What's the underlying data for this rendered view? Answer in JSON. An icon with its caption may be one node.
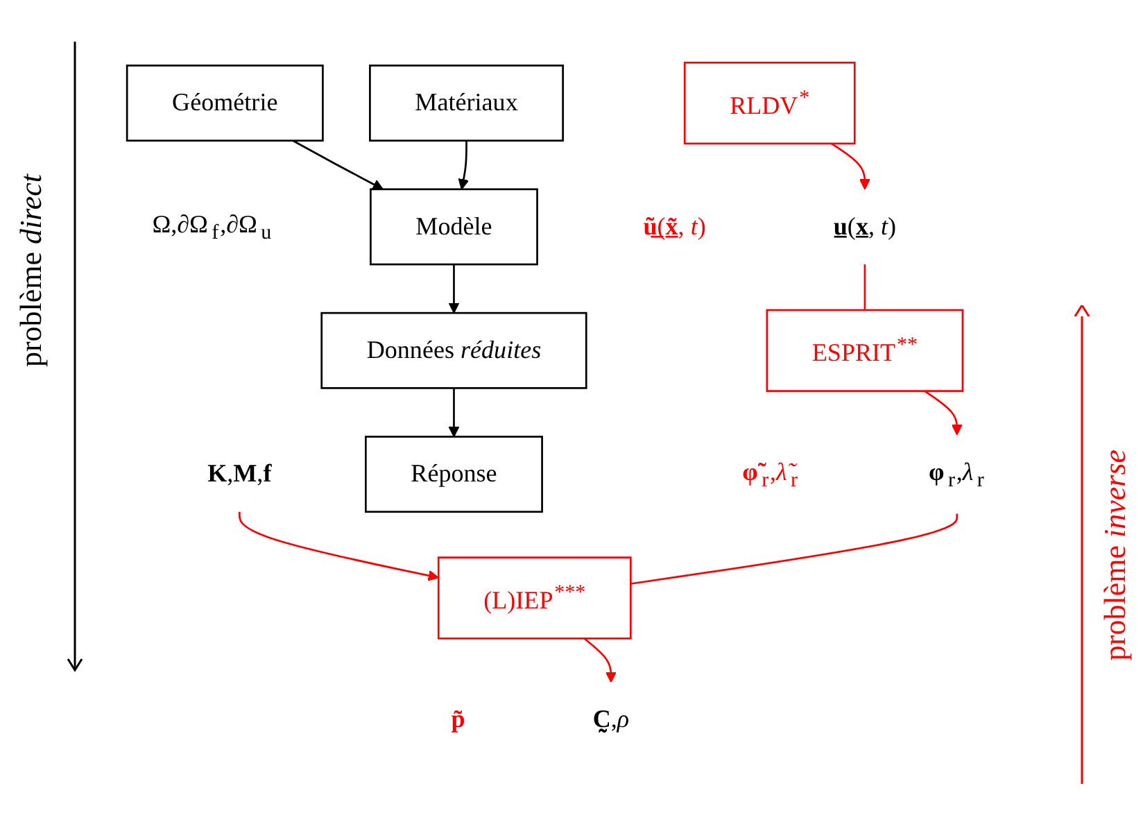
{
  "diagram": {
    "nodes": [
      {
        "text": [
          "Géométrie"
        ],
        "beside": [
          "Ω,∂Ω$_{f}$,∂Ω$_{u}$"
        ]
      },
      {
        "text": [
          "Matériaux"
        ]
      },
      {
        "text": [
          "**C̰̰**,*ρ*"
        ]
      },
      {
        "text": [
          "Modèle"
        ]
      },
      {
        "text": [
          "**K**,**M**,**f**"
        ]
      },
      {
        "text": [
          "(L)IEP$^{***}$"
        ],
        "beside": [
          "**p̃**"
        ]
      },
      {
        "text": [
          "Données *réduites*"
        ]
      },
      {
        "text": [
          "**φ**$_{r}$,*λ*$_{r}$"
        ]
      },
      {
        "text": [
          "ESPRIT$^{**}$"
        ],
        "beside": [
          "**φ̃**$_{r}$,*λ̃*$_{r}$"
        ]
      },
      {
        "text": [
          "Réponse"
        ]
      },
      {
        "text": [
          "**u̲**(**x̲**, *t*)"
        ]
      },
      {
        "text": [
          "RLDV$^{*}$"
        ],
        "beside": [
          "**ũ̲**(**x̲̃**, *t*)"
        ]
      }
    ],
    "edges": [
      {
        "from": 0,
        "to": 3,
        "arrow": "to",
        "color": "#000000"
      },
      {
        "from": 1,
        "to": 3,
        "arrow": "to",
        "color": "#000000"
      },
      {
        "from": 3,
        "to": 6,
        "arrow": "to",
        "color": "#000000"
      },
      {
        "from": 6,
        "to": 9,
        "arrow": "to",
        "color": "#000000"
      },
      {
        "from": 4,
        "to": 5,
        "arrow": "to",
        "color": "#ff0000"
      },
      {
        "from": 5,
        "to": 2,
        "arrow": "to",
        "color": "#ff0000"
      },
      {
        "from": 7,
        "to": 5,
        "arrow": "none",
        "color": "#ff0000"
      },
      {
        "from": 8,
        "to": 7,
        "arrow": "to",
        "color": "#ff0000"
      },
      {
        "from": 10,
        "to": 8,
        "arrow": "none",
        "color": "#ff0000"
      },
      {
        "from": 11,
        "to": 10,
        "arrow": "to",
        "color": "#ff0000"
      }
    ],
    "labels": [
      "problème *direct*",
      "problème *inverse*"
    ]
  }
}
